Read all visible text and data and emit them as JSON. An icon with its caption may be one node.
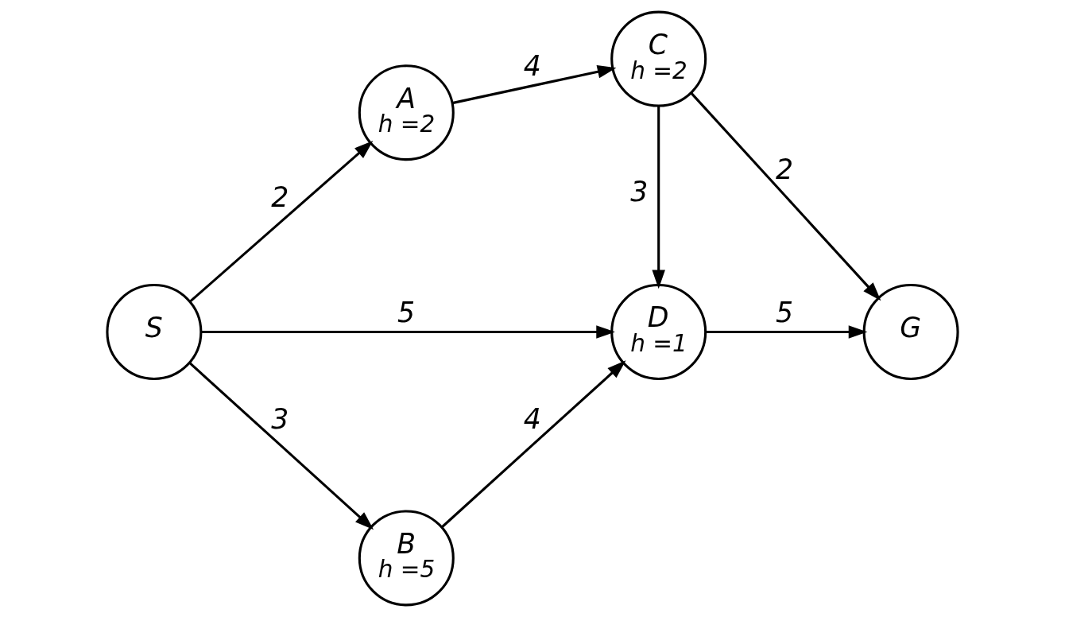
{
  "diagram": {
    "nodes": [
      {
        "text": [
          "A",
          "h =2"
        ]
      },
      {
        "text": [
          "C",
          "h =2"
        ]
      },
      {
        "text": [
          "S"
        ]
      },
      {
        "text": [
          "D",
          "h =1"
        ]
      },
      {
        "text": [
          "G"
        ]
      },
      {
        "text": [
          "B",
          "h =5"
        ]
      }
    ],
    "edges": [
      {
        "from": 2,
        "to": 0,
        "arrow": "to",
        "label": "2"
      },
      {
        "from": 0,
        "to": 1,
        "arrow": "to",
        "label": "4"
      },
      {
        "from": 1,
        "to": 4,
        "arrow": "to",
        "label": "2"
      },
      {
        "from": 1,
        "to": 3,
        "arrow": "to",
        "label": "3"
      },
      {
        "from": 2,
        "to": 3,
        "arrow": "to",
        "label": "5"
      },
      {
        "from": 3,
        "to": 4,
        "arrow": "to",
        "label": "5"
      },
      {
        "from": 2,
        "to": 5,
        "arrow": "to",
        "label": "3"
      },
      {
        "from": 5,
        "to": 3,
        "arrow": "to",
        "label": "4"
      }
    ]
  }
}
